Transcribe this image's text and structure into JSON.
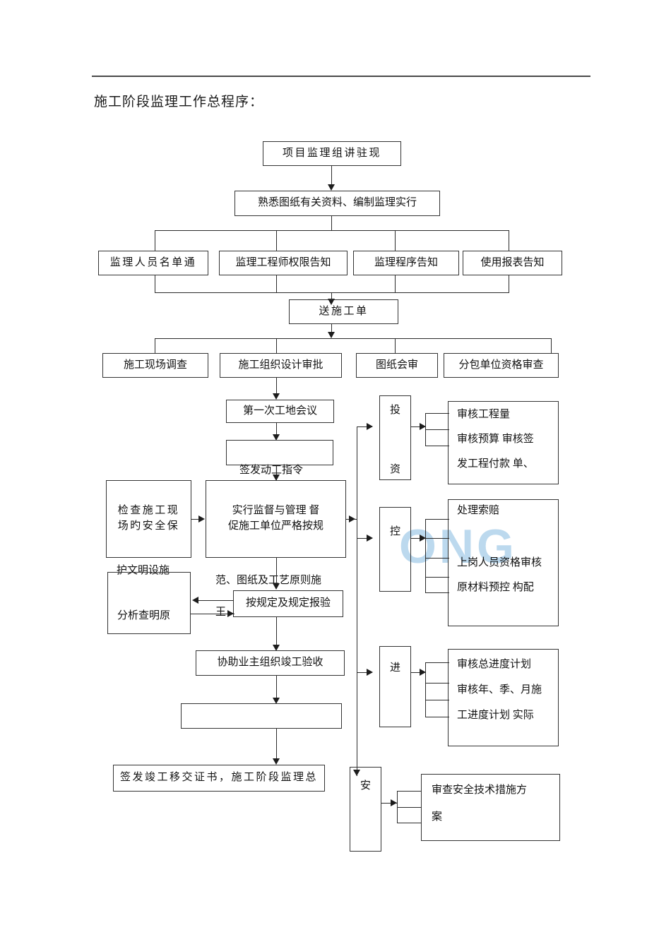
{
  "document": {
    "title": "施工阶段监理工作总程序：",
    "watermark": "ONG"
  },
  "flow": {
    "n1": {
      "label": "项目监理组讲驻现"
    },
    "n2": {
      "label": "熟悉图纸有关资料、编制监理实行"
    },
    "r1a": {
      "label": "监理人员名单通"
    },
    "r1b": {
      "label": "监理工程师权限告知"
    },
    "r1c": {
      "label": "监理程序告知"
    },
    "r1d": {
      "label": "使用报表告知"
    },
    "n3": {
      "label": "送施工单"
    },
    "r2a": {
      "label": "施工现场调查"
    },
    "r2b": {
      "label": "施工组织设计审批"
    },
    "r2c": {
      "label": "图纸会审"
    },
    "r2d": {
      "label": "分包单位资格审查"
    },
    "n4": {
      "label": "第一次工地会议"
    },
    "n5": {
      "label": ""
    },
    "n5_overflow": {
      "label": "签发动工指令"
    },
    "n6": {
      "label": "检查施工现\n场旳安全保"
    },
    "n6_overflow": {
      "label": "护文明设施"
    },
    "n7": {
      "label": "实行监督与管理 督\n促施工单位严格按规"
    },
    "n7_overflow": {
      "label": "范、图纸及工艺原则施"
    },
    "n8": {
      "label": ""
    },
    "n8_label": {
      "label": "分析查明原"
    },
    "n8_overflow": {
      "label": "王，"
    },
    "n9": {
      "label": "按规定及规定报验"
    },
    "n10": {
      "label": "协助业主组织竣工验收"
    },
    "n11": {
      "label": ""
    },
    "n12": {
      "label": "签发竣工移交证书，施工阶段监理总"
    }
  },
  "controls": {
    "investment": {
      "label_chars": [
        "投",
        "资"
      ],
      "detail": [
        "审核工程量",
        "审核预算 审核签",
        "发工程付款 单、"
      ]
    },
    "quality": {
      "label_chars": [
        "控"
      ],
      "detail": [
        "处理索赔",
        "上岗人员资格审核",
        "原材料预控 构配"
      ]
    },
    "schedule": {
      "label_chars": [
        "进"
      ],
      "detail": [
        "审核总进度计划",
        "审核年、季、月施",
        "工进度计划 实际"
      ]
    },
    "safety": {
      "label_chars": [
        "安"
      ],
      "detail": [
        "审查安全技术措施方",
        "案"
      ]
    }
  }
}
